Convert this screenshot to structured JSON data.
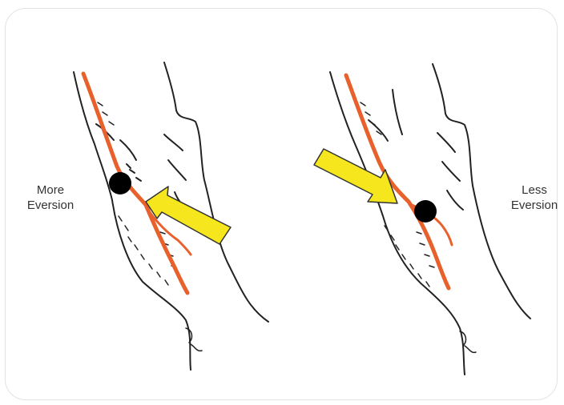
{
  "figure": {
    "left_panel": {
      "label_line1": "More",
      "label_line2": "Eversion"
    },
    "right_panel": {
      "label_line1": "Less",
      "label_line2": "Eversion"
    }
  },
  "colors": {
    "outline": "#222222",
    "joint_line": "#e8612c",
    "arrow_fill": "#f5e61e",
    "arrow_stroke": "#333333",
    "marker": "#000000",
    "frame": "#e3e3e3"
  },
  "icons": [
    "arrow-right-icon",
    "arrow-down-right-icon",
    "dot-marker-icon"
  ]
}
